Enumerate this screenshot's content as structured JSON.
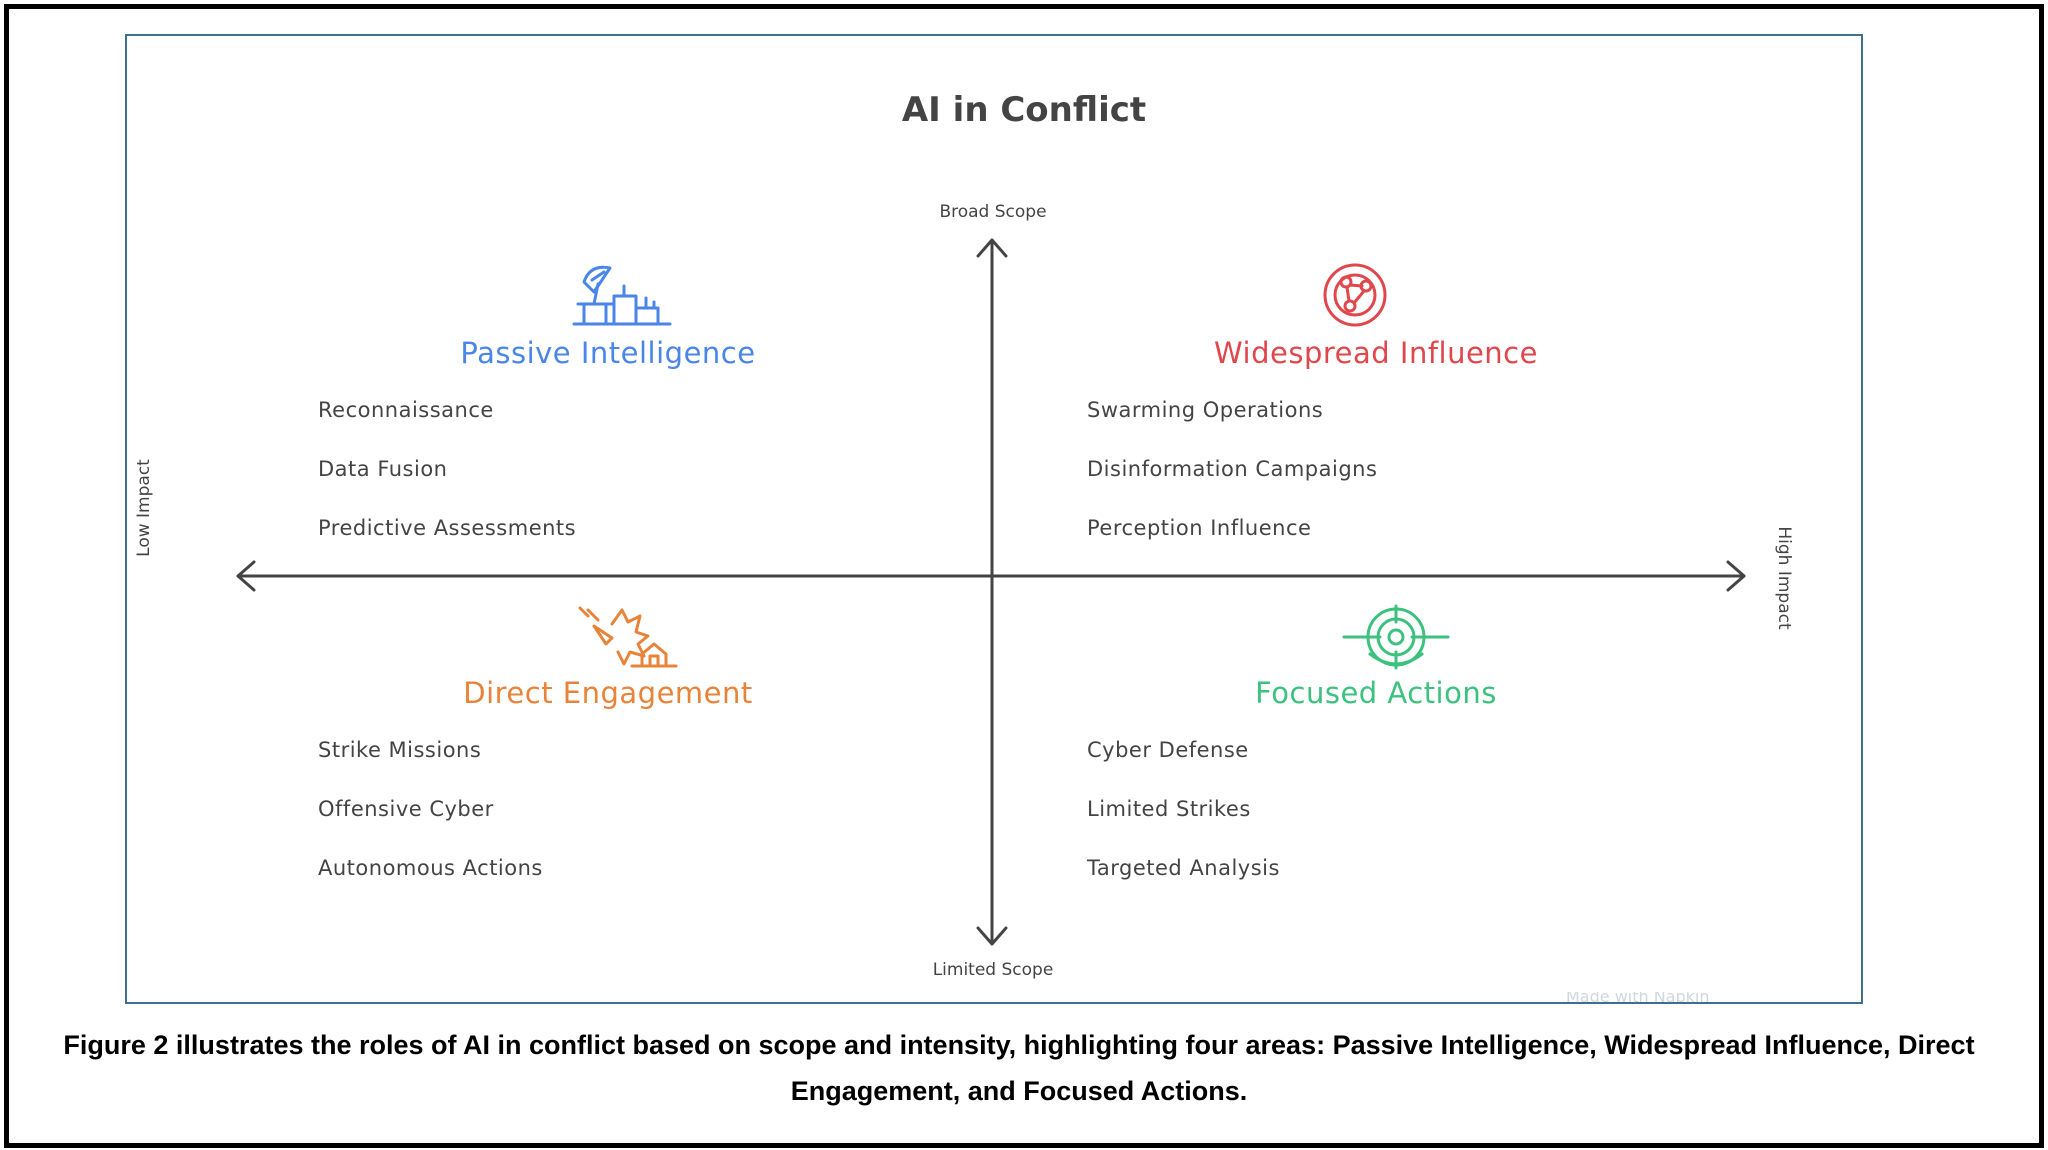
{
  "diagram": {
    "title": "AI in Conflict",
    "axes": {
      "top": "Broad Scope",
      "bottom": "Limited Scope",
      "left": "Low Impact",
      "right": "High Impact"
    },
    "quadrants": [
      {
        "title": "Passive Intelligence",
        "color": "#4a86e8",
        "icon": "satellite-dish-icon",
        "items": [
          "Reconnaissance",
          "Data Fusion",
          "Predictive Assessments"
        ]
      },
      {
        "title": "Widespread Influence",
        "color": "#e0474c",
        "icon": "globe-network-icon",
        "items": [
          "Swarming Operations",
          "Disinformation Campaigns",
          "Perception Influence"
        ]
      },
      {
        "title": "Direct Engagement",
        "color": "#e8833a",
        "icon": "missile-strike-icon",
        "items": [
          "Strike Missions",
          "Offensive Cyber",
          "Autonomous Actions"
        ]
      },
      {
        "title": "Focused Actions",
        "color": "#3cc27e",
        "icon": "target-crosshair-icon",
        "items": [
          "Cyber Defense",
          "Limited Strikes",
          "Targeted Analysis"
        ]
      }
    ],
    "watermark": "Made with Napkin"
  },
  "caption": "Figure 2 illustrates the roles of AI in conflict based on scope and intensity, highlighting four areas: Passive Intelligence, Widespread Influence, Direct Engagement, and Focused Actions."
}
